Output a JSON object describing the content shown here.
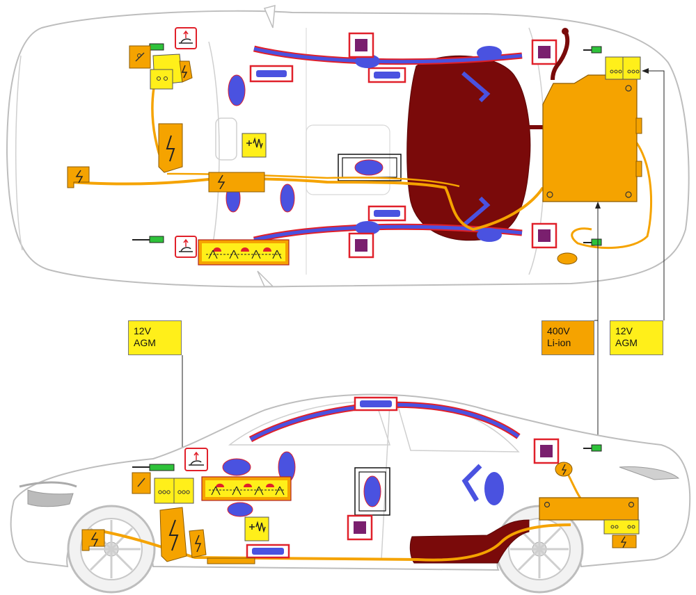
{
  "labels": {
    "battery_12v_left": {
      "line1": "12V",
      "line2": "AGM"
    },
    "battery_400v": {
      "line1": "400V",
      "line2": "Li-ion"
    },
    "battery_12v_right": {
      "line1": "12V",
      "line2": "AGM"
    }
  },
  "colors": {
    "outline": "#b9b9b9",
    "hv_component": "#f5a300",
    "hv_cable": "#f5a300",
    "lv_battery": "#ffef1a",
    "airbag": "#4a52e0",
    "curtain_airbag_border": "#e0202a",
    "fuel_tank": "#7a0a0a",
    "sensor": "#7a1f6e",
    "gas_strut": "#2ec23a"
  },
  "icons": {
    "high_voltage": "lightning-icon",
    "seat_belt_pretensioner": "pretensioner-icon",
    "gas_spring": "gas-strut-icon",
    "airbag_control": "airbag-icon",
    "hood_lifter": "hood-lifter-icon"
  }
}
